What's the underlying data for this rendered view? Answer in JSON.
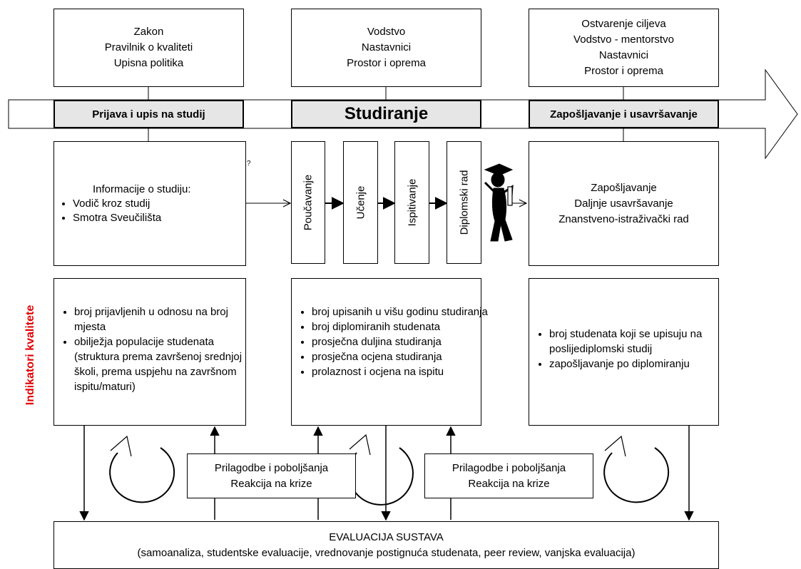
{
  "top": {
    "left": [
      "Zakon",
      "Pravilnik o kvaliteti",
      "Upisna politika"
    ],
    "middle": [
      "Vodstvo",
      "Nastavnici",
      "Prostor i oprema"
    ],
    "right": [
      "Ostvarenje ciljeva",
      "Vodstvo - mentorstvo",
      "Nastavnici",
      "Prostor i oprema"
    ]
  },
  "phases": {
    "p1": "Prijava i upis na studij",
    "p2": "Studiranje",
    "p3": "Zapošljavanje i usavršavanje"
  },
  "info": {
    "title": "Informacije o studiju:",
    "items": [
      "Vodič kroz studij",
      "Smotra Sveučilišta"
    ]
  },
  "steps": [
    "Poučavanje",
    "Učenje",
    "Ispitivanje",
    "Diplomski rad"
  ],
  "outcomes": [
    "Zapošljavanje",
    "Daljnje usavršavanje",
    "Znanstveno-istraživački rad"
  ],
  "indicators_label": "Indikatori kvalitete",
  "indicators": {
    "left": [
      "broj prijavljenih u odnosu na broj mjesta",
      "obilježja populacije studenata (struktura prema završenoj srednjoj školi, prema uspjehu na završnom ispitu/maturi)"
    ],
    "middle": [
      "broj upisanih u višu godinu studiranja",
      "broj diplomiranih studenata",
      "prosječna duljina studiranja",
      "prosječna ocjena studiranja",
      "prolaznost i ocjena na ispitu"
    ],
    "right": [
      "broj studenata koji se upisuju na poslijediplomski studij",
      "zapošljavanje po diplomiranju"
    ]
  },
  "adjust": {
    "line1": "Prilagodbe i poboljšanja",
    "line2": "Reakcija na krize"
  },
  "evaluation": {
    "title": "EVALUACIJA SUSTAVA",
    "subtitle": "(samoanaliza, studentske evaluacije, vrednovanje postignuća studenata, peer review, vanjska evaluacija)"
  },
  "colors": {
    "indicator_label": "#e00000",
    "phase_fill": "#e6e6e6"
  }
}
